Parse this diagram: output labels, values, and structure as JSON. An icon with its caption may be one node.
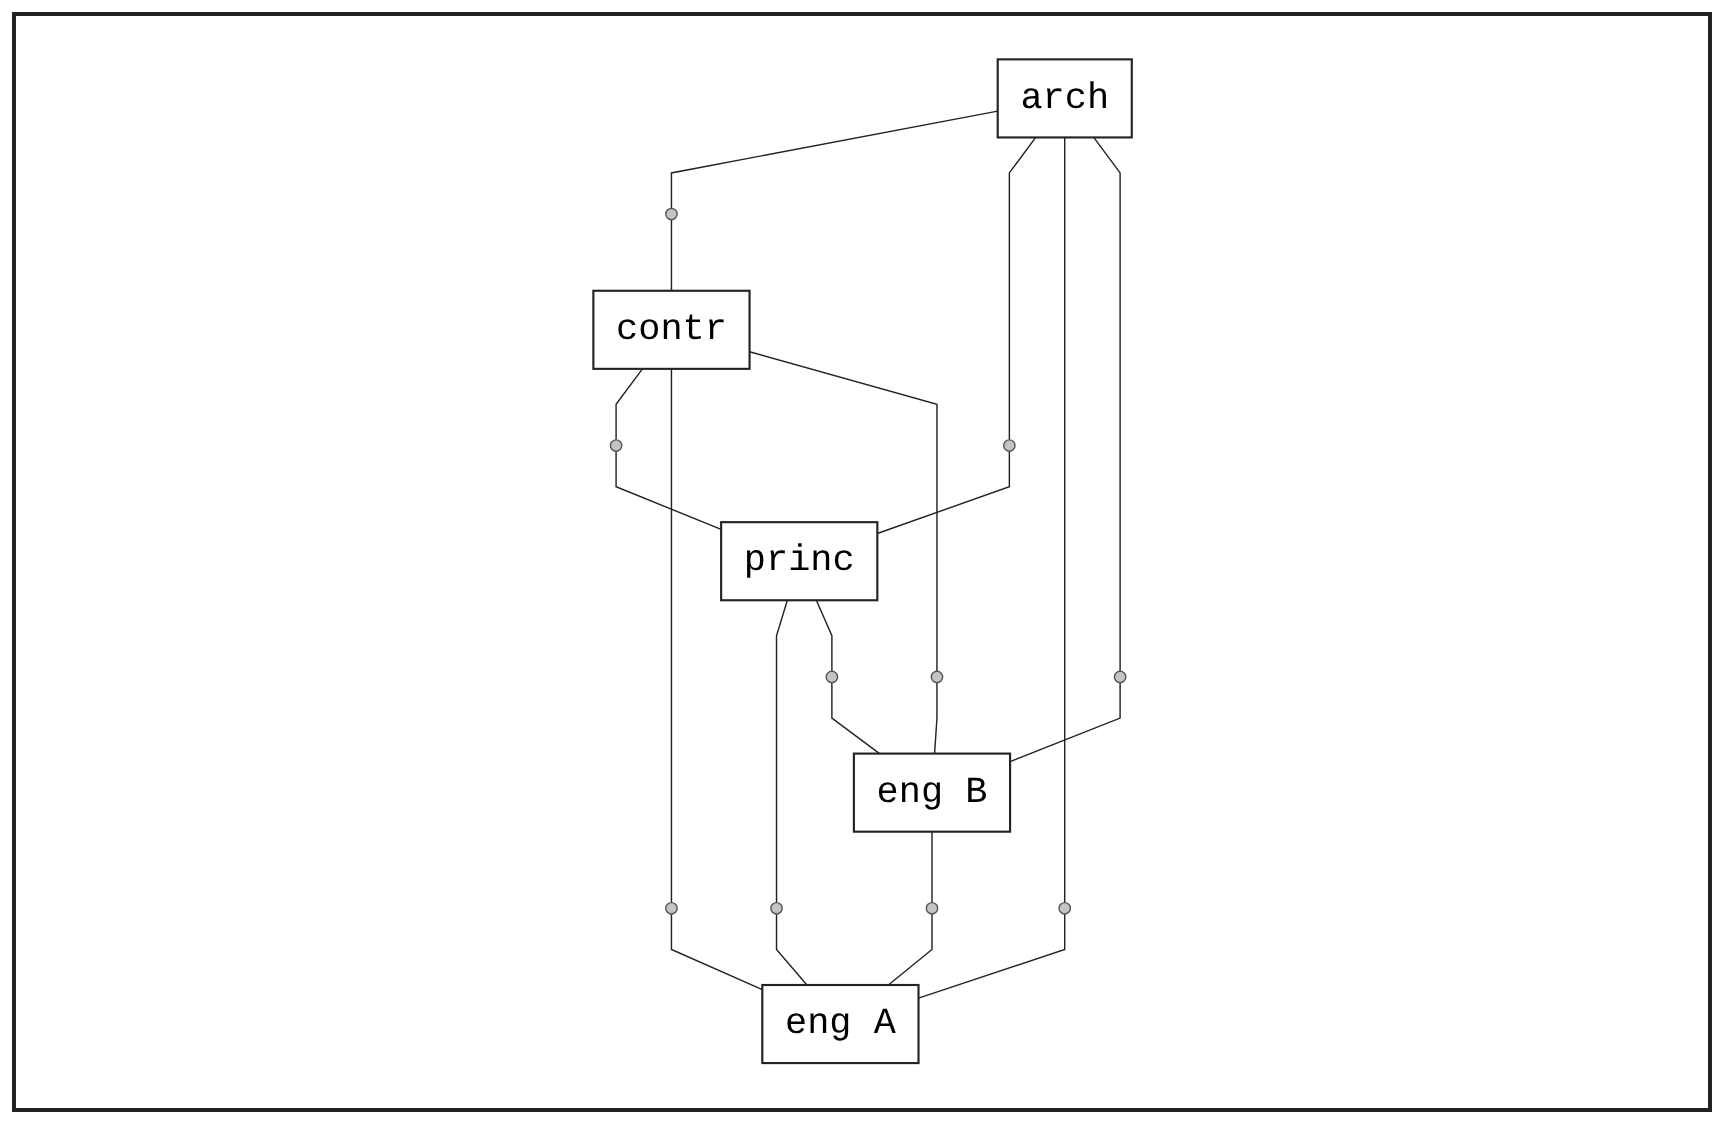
{
  "diagram": {
    "nodes": [
      {
        "text": [
          "arch"
        ]
      },
      {
        "text": [
          "contr"
        ]
      },
      {
        "text": [
          "princ"
        ]
      },
      {
        "text": [
          "eng A"
        ]
      },
      {
        "text": [
          "eng B"
        ]
      },
      {
        "text": [],
        "shape": "circle"
      },
      {
        "text": [],
        "shape": "circle"
      },
      {
        "text": [],
        "shape": "circle"
      },
      {
        "text": [],
        "shape": "circle"
      },
      {
        "text": [],
        "shape": "circle"
      },
      {
        "text": [],
        "shape": "circle"
      },
      {
        "text": [],
        "shape": "circle"
      },
      {
        "text": [],
        "shape": "circle"
      },
      {
        "text": [],
        "shape": "circle"
      },
      {
        "text": [],
        "shape": "circle"
      }
    ],
    "edges": [
      {
        "from": 0,
        "to": 5,
        "arrow": "none"
      },
      {
        "from": 5,
        "to": 1,
        "arrow": "none"
      },
      {
        "from": 0,
        "to": 6,
        "arrow": "none"
      },
      {
        "from": 6,
        "to": 2,
        "arrow": "none"
      },
      {
        "from": 1,
        "to": 7,
        "arrow": "none"
      },
      {
        "from": 7,
        "to": 2,
        "arrow": "none"
      },
      {
        "from": 0,
        "to": 8,
        "arrow": "none"
      },
      {
        "from": 8,
        "to": 3,
        "arrow": "none"
      },
      {
        "from": 1,
        "to": 9,
        "arrow": "none"
      },
      {
        "from": 9,
        "to": 3,
        "arrow": "none"
      },
      {
        "from": 0,
        "to": 10,
        "arrow": "none"
      },
      {
        "from": 10,
        "to": 4,
        "arrow": "none"
      },
      {
        "from": 1,
        "to": 11,
        "arrow": "none"
      },
      {
        "from": 11,
        "to": 4,
        "arrow": "none"
      },
      {
        "from": 2,
        "to": 12,
        "arrow": "none"
      },
      {
        "from": 12,
        "to": 3,
        "arrow": "none"
      },
      {
        "from": 2,
        "to": 13,
        "arrow": "none"
      },
      {
        "from": 13,
        "to": 4,
        "arrow": "none"
      },
      {
        "from": 4,
        "to": 14,
        "arrow": "none"
      },
      {
        "from": 14,
        "to": 3,
        "arrow": "none"
      }
    ]
  }
}
